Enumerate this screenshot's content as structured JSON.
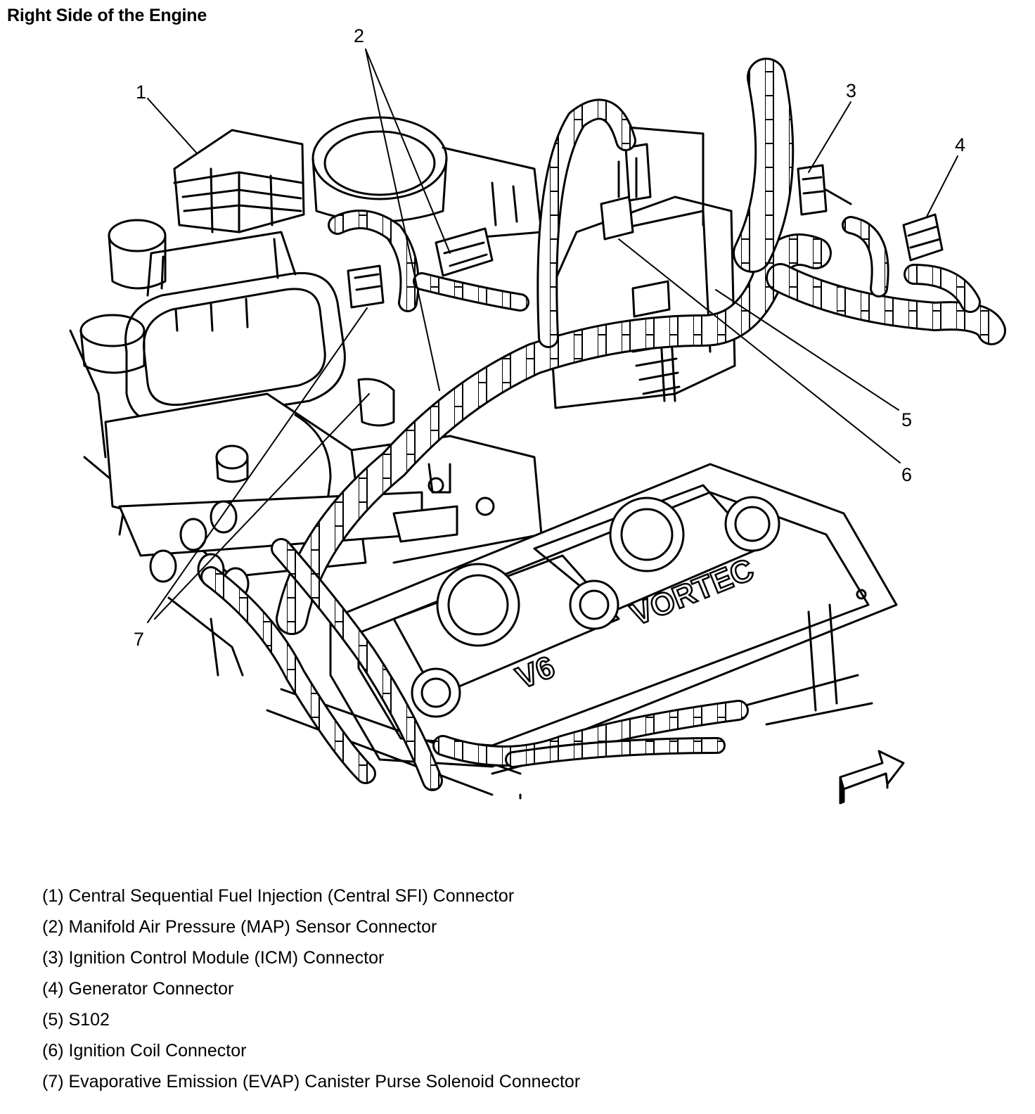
{
  "title": "Right Side of the Engine",
  "callouts": [
    "1",
    "2",
    "3",
    "4",
    "5",
    "6",
    "7"
  ],
  "cover_text": {
    "brand": "VORTEC",
    "engine": "V6"
  },
  "legend": [
    "(1) Central Sequential Fuel Injection (Central SFI) Connector",
    "(2) Manifold Air Pressure (MAP) Sensor Connector",
    "(3) Ignition Control Module (ICM) Connector",
    "(4) Generator Connector",
    "(5) S102",
    "(6) Ignition Coil Connector",
    "(7) Evaporative Emission (EVAP) Canister Purse Solenoid Connector"
  ]
}
